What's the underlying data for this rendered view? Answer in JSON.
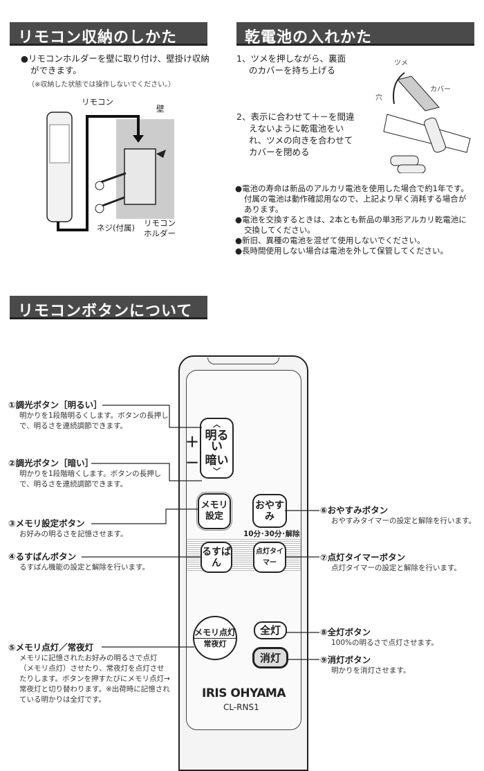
{
  "section1": {
    "title": "リモコン収納のしかた",
    "bullet": "●リモコンホルダーを壁に取り付け、壁掛け収納ができます。",
    "note": "（※収納した状態では操作しないでください。）",
    "labels": {
      "remote": "リモコン",
      "wall": "壁",
      "screw": "ネジ(付属)",
      "holder": "リモコンホルダー"
    }
  },
  "section2": {
    "title": "乾電池の入れかた",
    "steps": [
      "1、ツメを押しながら、裏面のカバーを持ち上げる",
      "2、表示に合わせて＋－を間違えないように乾電池をいれ、ツメの向きを合わせてカバーを閉める"
    ],
    "labels": {
      "tab": "ツメ",
      "cover": "カバー",
      "hole": "穴"
    },
    "notes": [
      "●電池の寿命は新品のアルカリ電池を使用した場合で約1年です。付属の電池は動作確認用なので、上記より早く消耗する場合があります。",
      "●電池を交換するときは、2本とも新品の単3形アルカリ乾電池に交換してください。",
      "●新旧、異種の電池を混ぜて使用しないでください。",
      "●長時間使用しない場合は電池を外して保管してください。"
    ]
  },
  "section3": {
    "title": "リモコンボタンについて",
    "items": [
      {
        "title": "①調光ボタン［明るい］",
        "desc": "明かりを1段階明るくします。ボタンの長押しで、明るさを連続調節できます。"
      },
      {
        "title": "②調光ボタン［暗い］",
        "desc": "明かりを1段階暗くします。ボタンの長押しで、明るさを連続調節できます。"
      },
      {
        "title": "③メモリ設定ボタン",
        "desc": "お好みの明るさを記憶させます。"
      },
      {
        "title": "④るすばんボタン",
        "desc": "るすばん機能の設定と解除を行います。"
      },
      {
        "title": "⑤メモリ点灯／常夜灯",
        "desc": "メモリに記憶されたお好みの明るさで点灯（メモリ点灯）させたり、常夜灯を点灯させたりします。ボタンを押すたびにメモリ点灯→常夜灯と切り替わります。※出荷時に記憶されている明かりは全灯です。"
      },
      {
        "title": "⑥おやすみボタン",
        "desc": "おやすみタイマーの設定と解除を行います。"
      },
      {
        "title": "⑦点灯タイマーボタン",
        "desc": "点灯タイマーの設定と解除を行います。"
      },
      {
        "title": "⑧全灯ボタン",
        "desc": "100%の明るさで点灯させます。"
      },
      {
        "title": "⑨消灯ボタン",
        "desc": "明かりを消灯させます。"
      }
    ]
  },
  "remote": {
    "plus": "＋",
    "minus": "－",
    "bright": "明るい",
    "dark": "暗い",
    "memory_set": "メモリ設定",
    "oyasumi": "おやすみ",
    "timer_opts": "10分･30分･解除",
    "rusuban": "るすばん",
    "timer": "点灯タイマー",
    "memory_light": "メモリ点灯",
    "night": "常夜灯",
    "full": "全灯",
    "off": "消灯",
    "brand": "IRIS OHYAMA",
    "model": "CL-RNS1"
  }
}
